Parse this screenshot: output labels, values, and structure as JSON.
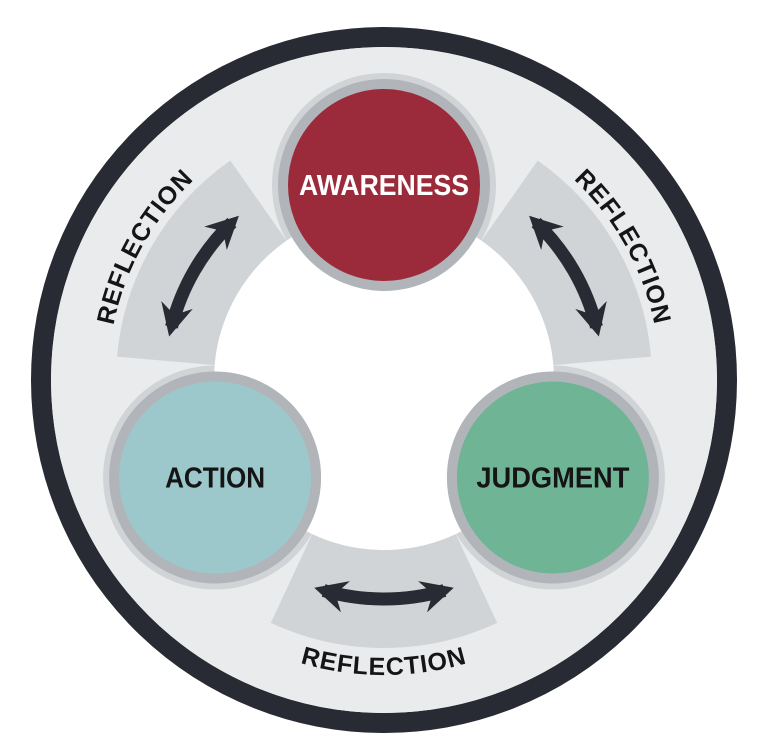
{
  "diagram": {
    "type": "cycle",
    "nodes": [
      {
        "id": "awareness",
        "label": "AWARENESS",
        "fill": "#9b2a3b",
        "label_color": "#ffffff"
      },
      {
        "id": "action",
        "label": "ACTION",
        "fill": "#9cc8cc",
        "label_color": "#151515"
      },
      {
        "id": "judgment",
        "label": "JUDGMENT",
        "fill": "#70b496",
        "label_color": "#151515"
      }
    ],
    "edges": [
      {
        "from": "awareness",
        "to": "judgment",
        "bidirectional": true
      },
      {
        "from": "judgment",
        "to": "action",
        "bidirectional": true
      },
      {
        "from": "action",
        "to": "awareness",
        "bidirectional": true
      }
    ],
    "reflection_labels": [
      "REFLECTION",
      "REFLECTION",
      "REFLECTION"
    ],
    "colors": {
      "outer_ring": "#282b33",
      "outer_band": "#eaebed",
      "inner_band": "#d1d4d6",
      "node_border": "#b1b5b9",
      "arrow": "#282b33",
      "center": "#ffffff"
    }
  }
}
